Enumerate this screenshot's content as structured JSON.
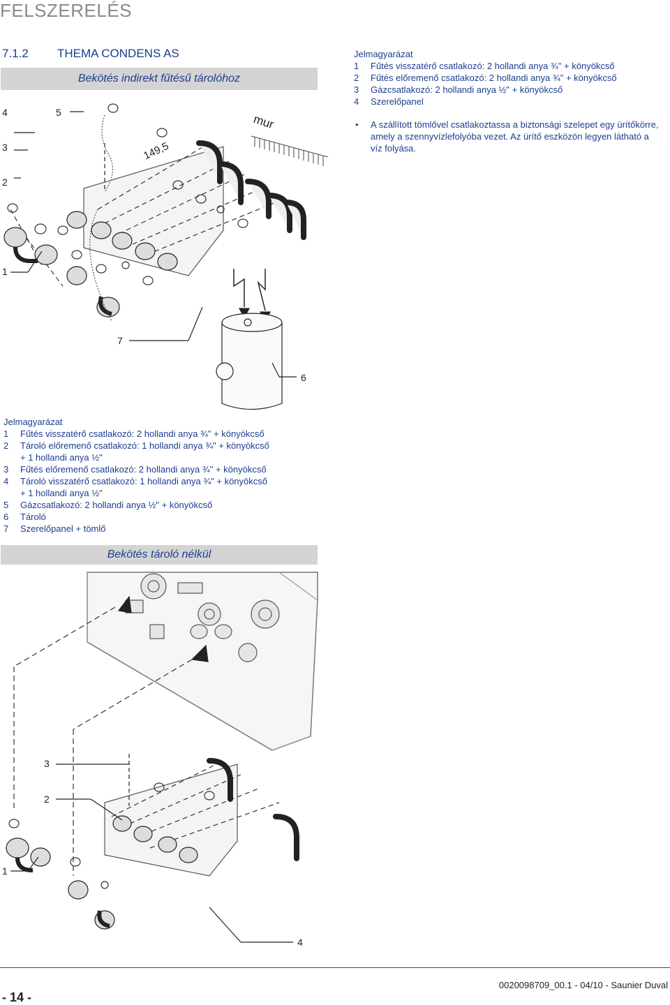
{
  "header": {
    "title": "FELSZERELÉS"
  },
  "section": {
    "number": "7.1.2",
    "name": "THEMA CONDENS AS"
  },
  "banners": {
    "indirect": "Bekötés indirekt fűtésű tárolóhoz",
    "no_tank": "Bekötés tároló nélkül"
  },
  "legend_top": {
    "title": "Jelmagyarázat",
    "items": [
      {
        "n": "1",
        "text": "Fűtés visszatérő csatlakozó: 2 hollandi anya ¾\" + könyökcső"
      },
      {
        "n": "2",
        "text": "Fűtés előremenő csatlakozó: 2 hollandi anya ¾\" + könyökcső"
      },
      {
        "n": "3",
        "text": "Gázcsatlakozó: 2 hollandi anya ½\" + könyökcső"
      },
      {
        "n": "4",
        "text": "Szerelőpanel"
      }
    ],
    "note": "A szállított tömlővel csatlakoztassa a biztonsági szelepet egy ürítőkörre, amely a szennyvízlefolyóba vezet. Az ürítő eszközön legyen látható a víz folyása."
  },
  "legend_bottom": {
    "title": "Jelmagyarázat",
    "items": [
      {
        "n": "1",
        "text": "Fűtés visszatérő csatlakozó: 2 hollandi anya ¾\" + könyökcső"
      },
      {
        "n": "2",
        "text": "Tároló előremenő csatlakozó: 1 hollandi anya ¾\" + könyökcső"
      },
      {
        "n": "",
        "text": "+ 1 hollandi anya ½\""
      },
      {
        "n": "3",
        "text": "Fűtés előremenő csatlakozó: 2 hollandi anya ¾\" + könyökcső"
      },
      {
        "n": "4",
        "text": "Tároló visszatérő csatlakozó: 1 hollandi anya ¾\" + könyökcső"
      },
      {
        "n": "",
        "text": "+ 1 hollandi anya ½\""
      },
      {
        "n": "5",
        "text": "Gázcsatlakozó: 2 hollandi anya ½\" + könyökcső"
      },
      {
        "n": "6",
        "text": "Tároló"
      },
      {
        "n": "7",
        "text": "Szerelőpanel + tömlő"
      }
    ]
  },
  "figure1": {
    "callouts": [
      "4",
      "5",
      "3",
      "2",
      "1",
      "7",
      "6"
    ],
    "wall_label": "mur",
    "dimension": "149,5"
  },
  "figure2": {
    "callouts": [
      "3",
      "2",
      "1",
      "4"
    ]
  },
  "footer": {
    "page": "- 14 -",
    "doc": "0020098709_00.1 - 04/10 - Saunier Duval"
  }
}
